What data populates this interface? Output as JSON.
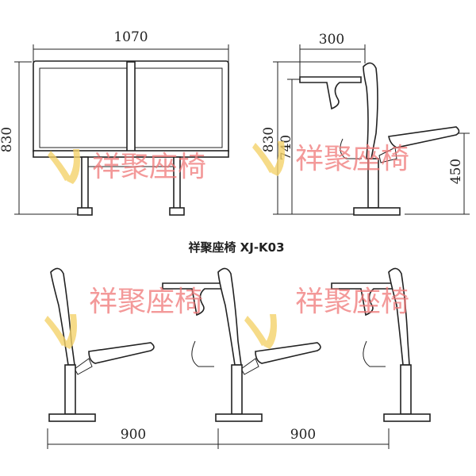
{
  "title": "祥聚座椅 XJ-K03",
  "watermark": {
    "text": "祥聚座椅",
    "color": "#f07878",
    "logo_color": "#f4d26a"
  },
  "front_view": {
    "width_label": "1070",
    "height_label": "830"
  },
  "side_view": {
    "depth_label": "300",
    "height_label": "830",
    "desk_height_label": "740",
    "seat_height_label": "450"
  },
  "row_view": {
    "spacing_labels": [
      "900",
      "900"
    ]
  }
}
